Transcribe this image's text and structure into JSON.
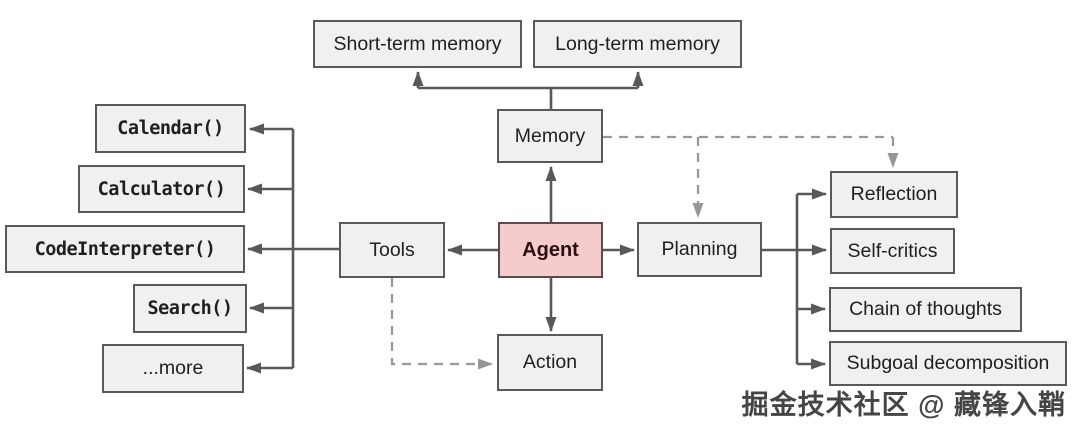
{
  "nodes": {
    "short_term_memory": "Short-term memory",
    "long_term_memory": "Long-term memory",
    "memory": "Memory",
    "calendar": "Calendar()",
    "calculator": "Calculator()",
    "code_interpreter": "CodeInterpreter()",
    "search": "Search()",
    "more": "...more",
    "tools": "Tools",
    "agent": "Agent",
    "action": "Action",
    "planning": "Planning",
    "reflection": "Reflection",
    "self_critics": "Self-critics",
    "chain_of_thoughts": "Chain of thoughts",
    "subgoal_decomposition": "Subgoal decomposition"
  },
  "edges": [
    {
      "from": "memory",
      "to": "short_term_memory",
      "style": "solid"
    },
    {
      "from": "memory",
      "to": "long_term_memory",
      "style": "solid"
    },
    {
      "from": "agent",
      "to": "memory",
      "style": "solid"
    },
    {
      "from": "agent",
      "to": "tools",
      "style": "solid"
    },
    {
      "from": "agent",
      "to": "planning",
      "style": "solid"
    },
    {
      "from": "agent",
      "to": "action",
      "style": "solid"
    },
    {
      "from": "tools",
      "to": "calendar",
      "style": "solid"
    },
    {
      "from": "tools",
      "to": "calculator",
      "style": "solid"
    },
    {
      "from": "tools",
      "to": "code_interpreter",
      "style": "solid"
    },
    {
      "from": "tools",
      "to": "search",
      "style": "solid"
    },
    {
      "from": "tools",
      "to": "more",
      "style": "solid"
    },
    {
      "from": "planning",
      "to": "reflection",
      "style": "solid"
    },
    {
      "from": "planning",
      "to": "self_critics",
      "style": "solid"
    },
    {
      "from": "planning",
      "to": "chain_of_thoughts",
      "style": "solid"
    },
    {
      "from": "planning",
      "to": "subgoal_decomposition",
      "style": "solid"
    },
    {
      "from": "memory",
      "to": "planning",
      "style": "dashed"
    },
    {
      "from": "memory",
      "to": "reflection",
      "style": "dashed"
    },
    {
      "from": "tools",
      "to": "action",
      "style": "dashed"
    }
  ],
  "colors": {
    "node_fill": "#f0f0f1",
    "node_border": "#595959",
    "agent_fill": "#f5cbcc",
    "agent_border": "#5c4a4b",
    "line": "#58585a",
    "dashed_line": "#979797"
  },
  "watermark": "掘金技术社区 @ 藏锋入鞘"
}
